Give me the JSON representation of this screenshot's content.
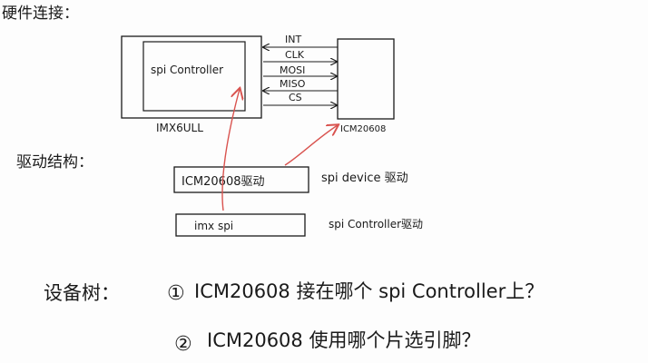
{
  "sections": {
    "hardware_title": "硬件连接：",
    "driver_title": "驱动结构：",
    "dts_title": "设备树："
  },
  "hardware": {
    "soc_label": "IMX6ULL",
    "controller_label": "spi Controller",
    "device_label": "ICM20608",
    "signals": [
      "INT",
      "CLK",
      "MOSI",
      "MISO",
      "CS"
    ]
  },
  "driver": {
    "device_driver_box": "ICM20608驱动",
    "device_driver_desc": "spi device 驱动",
    "controller_driver_box": "imx spi",
    "controller_driver_desc": "spi Controller驱动"
  },
  "questions": [
    {
      "marker": "①",
      "text": "ICM20608 接在哪个 spi Controller上？"
    },
    {
      "marker": "②",
      "text": "ICM20608 使用哪个片选引脚？"
    }
  ],
  "colors": {
    "ink": "#1a1a1a",
    "red_arrow": "#d9534f"
  }
}
